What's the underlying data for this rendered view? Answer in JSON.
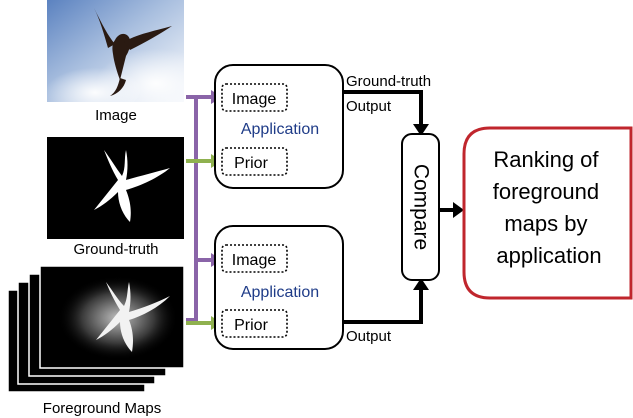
{
  "inputs": {
    "image_label": "Image",
    "ground_truth_label": "Ground-truth",
    "foreground_maps_label": "Foreground Maps"
  },
  "app_top": {
    "image_slot": "Image",
    "title": "Application",
    "prior_slot": "Prior",
    "output_label": "Ground-truth Output"
  },
  "app_bottom": {
    "image_slot": "Image",
    "title": "Application",
    "prior_slot": "Prior",
    "output_label": "Output"
  },
  "compare_label": "Compare",
  "result_lines": [
    "Ranking of",
    "foreground",
    "maps by",
    "application"
  ],
  "colors": {
    "image_arrow": "#8a64a8",
    "prior_arrow": "#8fb14f",
    "application_text": "#1f3c88",
    "result_border": "#c0262d",
    "main_arrow": "#000000"
  },
  "icons": {
    "bird_photo": "eagle in flight against cloudy sky",
    "gt_mask": "white bird silhouette on black",
    "fg_maps": "stacked grayscale saliency maps"
  }
}
